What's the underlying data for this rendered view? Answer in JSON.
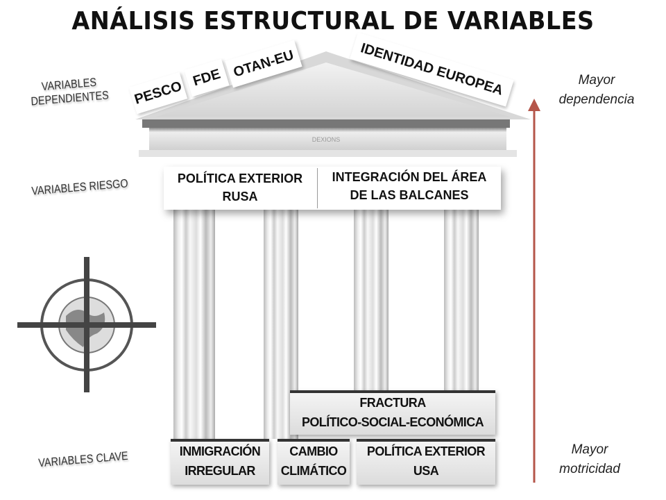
{
  "title": "ANÁLISIS ESTRUCTURAL DE VARIABLES",
  "labels": {
    "dependientes": [
      "VARIABLES",
      "DEPENDIENTES"
    ],
    "riesgo": "VARIABLES RIESGO",
    "clave": "VARIABLES CLAVE"
  },
  "dependientes": [
    "PESCO",
    "FDE",
    "OTAN-EU",
    "IDENTIDAD EUROPEA"
  ],
  "riesgo": [
    [
      "POLÍTICA EXTERIOR",
      "RUSA"
    ],
    [
      "INTEGRACIÓN DEL ÁREA",
      "DE LAS BALCANES"
    ]
  ],
  "fractura": [
    "FRACTURA",
    "POLÍTICO-SOCIAL-ECONÓMICA"
  ],
  "clave": [
    [
      "INMIGRACIÓN",
      "IRREGULAR"
    ],
    [
      "CAMBIO",
      "CLIMÁTICO"
    ],
    [
      "POLÍTICA EXTERIOR",
      "USA"
    ]
  ],
  "axis": {
    "top": [
      "Mayor",
      "dependencia"
    ],
    "bottom": [
      "Mayor",
      "motricidad"
    ],
    "color": "#b5564a"
  },
  "frieze_text": "DEXIONS"
}
